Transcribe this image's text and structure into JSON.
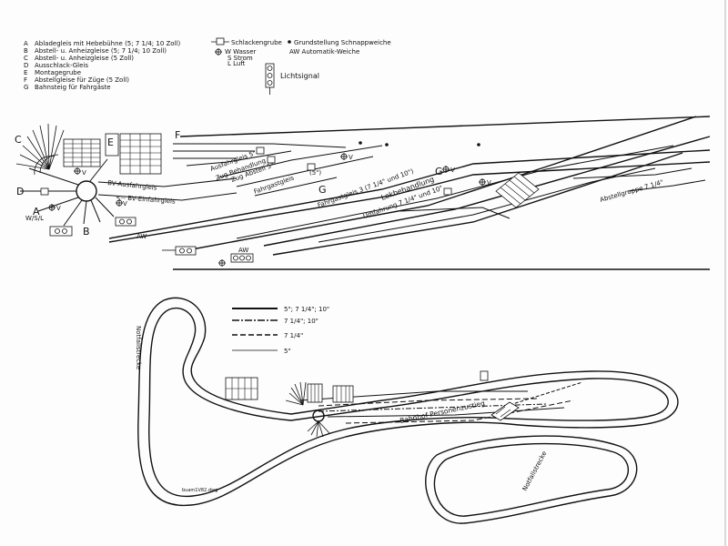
{
  "legend": {
    "items": [
      {
        "key": "A",
        "text": "Abladegleis mit Hebebühne (5; 7 1/4; 10 Zoll)"
      },
      {
        "key": "B",
        "text": "Abstell- u. Anheizgleise (5; 7 1/4; 10 Zoll)"
      },
      {
        "key": "C",
        "text": "Abstell- u. Anheizgleise (5 Zoll)"
      },
      {
        "key": "D",
        "text": "Ausschlack-Gleis"
      },
      {
        "key": "E",
        "text": "Montagegrube"
      },
      {
        "key": "F",
        "text": "Abstellgleise für Züge (5 Zoll)"
      },
      {
        "key": "G",
        "text": "Bahnsteig für Fahrgäste"
      }
    ],
    "schlackengrube": "Schlackengrube",
    "grundstellung": "Grundstellung Schnappweiche",
    "wasser": "W Wasser",
    "strom": "S Strom",
    "luft": "L Luft",
    "automatik": "AW Automatik-Weiche",
    "lichtsignal": "Lichtsignal"
  },
  "yard": {
    "C": "C",
    "D": "D",
    "A": "A",
    "B": "B",
    "E": "E",
    "F": "F",
    "G": "G",
    "G2": "G",
    "wsl": "W/S/L",
    "aw1": "AW",
    "aw2": "AW",
    "bv_aus": "BV-Ausfahrgleis",
    "bv_ein": "<-- BV-Einfahrgleis",
    "v1": "V",
    "v2": "V",
    "v3": "V",
    "v4": "V",
    "v5": "V",
    "v6": "V",
    "ausfahr": "Ausfahrgleis 5\"",
    "zug_beh": "Zug Behandlung",
    "zug_abst": "Zug Abstell 5\"",
    "fahrgast_5": "Fahrgastgleis",
    "five": "(5\")",
    "fahrgast3": "Fahrgastgleis 3  (7 1/4\" und 10\")",
    "lokbeh": "Lokbehandlung",
    "umfahrung": "Umfahrung 7 1/4\" und 10\"",
    "abstellgruppe": "Abstellgruppe 7 1/4\""
  },
  "track_legend": {
    "l1": "5\"; 7 1/4\"; 10\"",
    "l2": "7 1/4\"; 10\"",
    "l3": "7 1/4\"",
    "l4": "5\""
  },
  "loop": {
    "notfall1": "Notfallstrecke",
    "notfall2": "Notfallstrecke",
    "bahnhof": "Bahnhof Personenzustieg",
    "file": "buam1V82.dwg"
  }
}
